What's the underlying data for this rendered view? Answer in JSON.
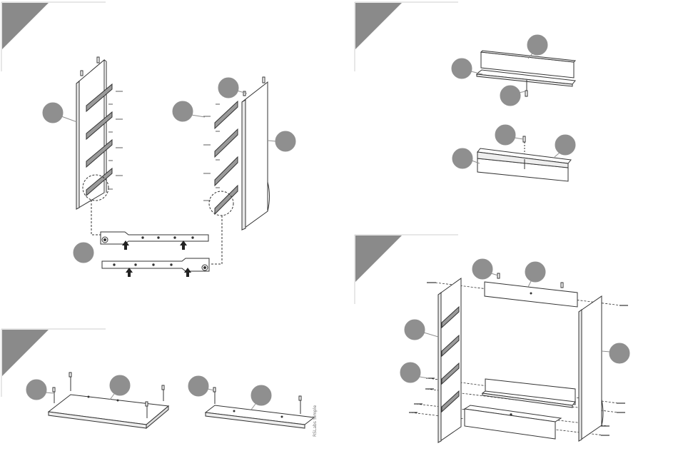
{
  "document": {
    "type": "assembly-instructions",
    "footer_note": "RSLabs Simple",
    "colors": {
      "step_badge": "#8a8a8a",
      "callout": "#8f8f8f",
      "line": "#333333",
      "panel_fill": "#ffffff",
      "rail_fill": "#9a9a9a",
      "arrow": "#222222"
    },
    "steps": [
      {
        "id": 1,
        "number": ""
      },
      {
        "id": 2,
        "number": ""
      },
      {
        "id": 3,
        "number": ""
      },
      {
        "id": 4,
        "number": ""
      }
    ]
  }
}
